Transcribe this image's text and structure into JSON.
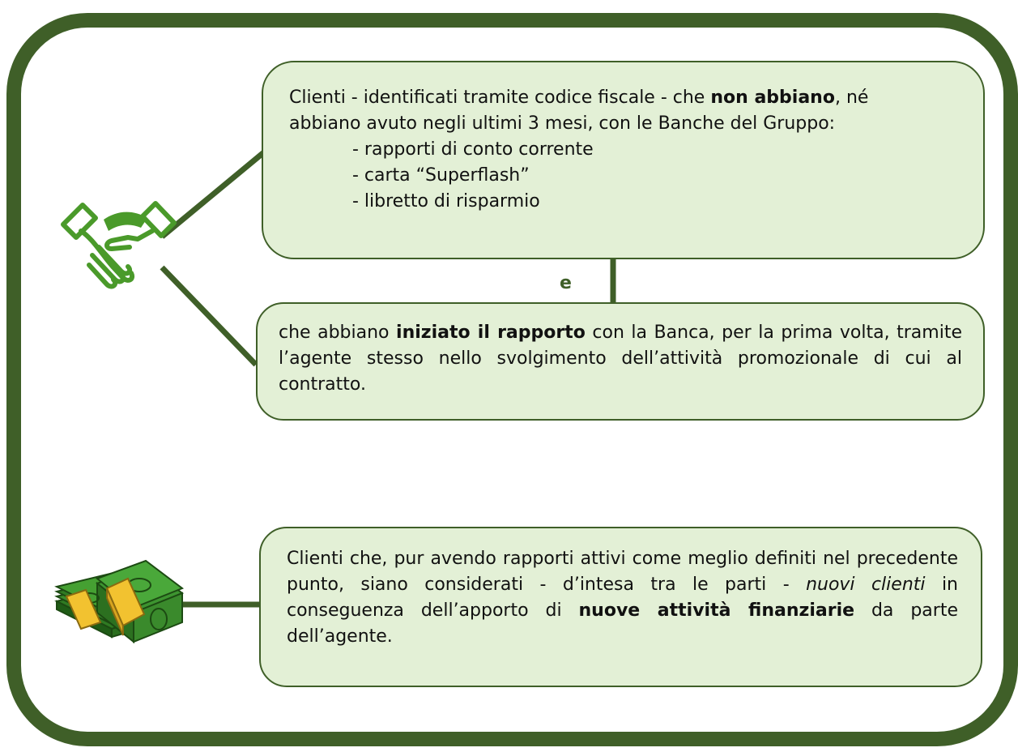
{
  "box1": {
    "line1_pre": "Clienti - identificati tramite codice fiscale - che ",
    "line1_bold": "non abbiano",
    "line1_post": ", né",
    "line2": "abbiano avuto negli ultimi 3 mesi, con le Banche del Gruppo:",
    "items": [
      "- rapporti di conto corrente",
      "- carta “Superflash”",
      "- libretto di risparmio"
    ]
  },
  "conjunction": "e",
  "box2": {
    "pre": "che abbiano ",
    "bold": "iniziato il rapporto",
    "post": " con la Banca, per la prima volta, tramite l’agente stesso nello svolgimento dell’attività promozionale di cui al contratto."
  },
  "box3": {
    "text1": "Clienti che, pur avendo rapporti attivi come meglio definiti nel precedente punto, siano considerati - d’intesa tra le parti - ",
    "italic": "nuovi clienti",
    "text2": " in conseguenza dell’apporto di ",
    "bold": "nuove attività finanziarie",
    "text3": " da parte dell’agente."
  },
  "icons": {
    "top": "handshake-icon",
    "bottom": "money-stack-icon"
  },
  "colors": {
    "frame": "#3f5f28",
    "box_fill": "#e3f0d6",
    "icon_green": "#4a9a2a"
  }
}
